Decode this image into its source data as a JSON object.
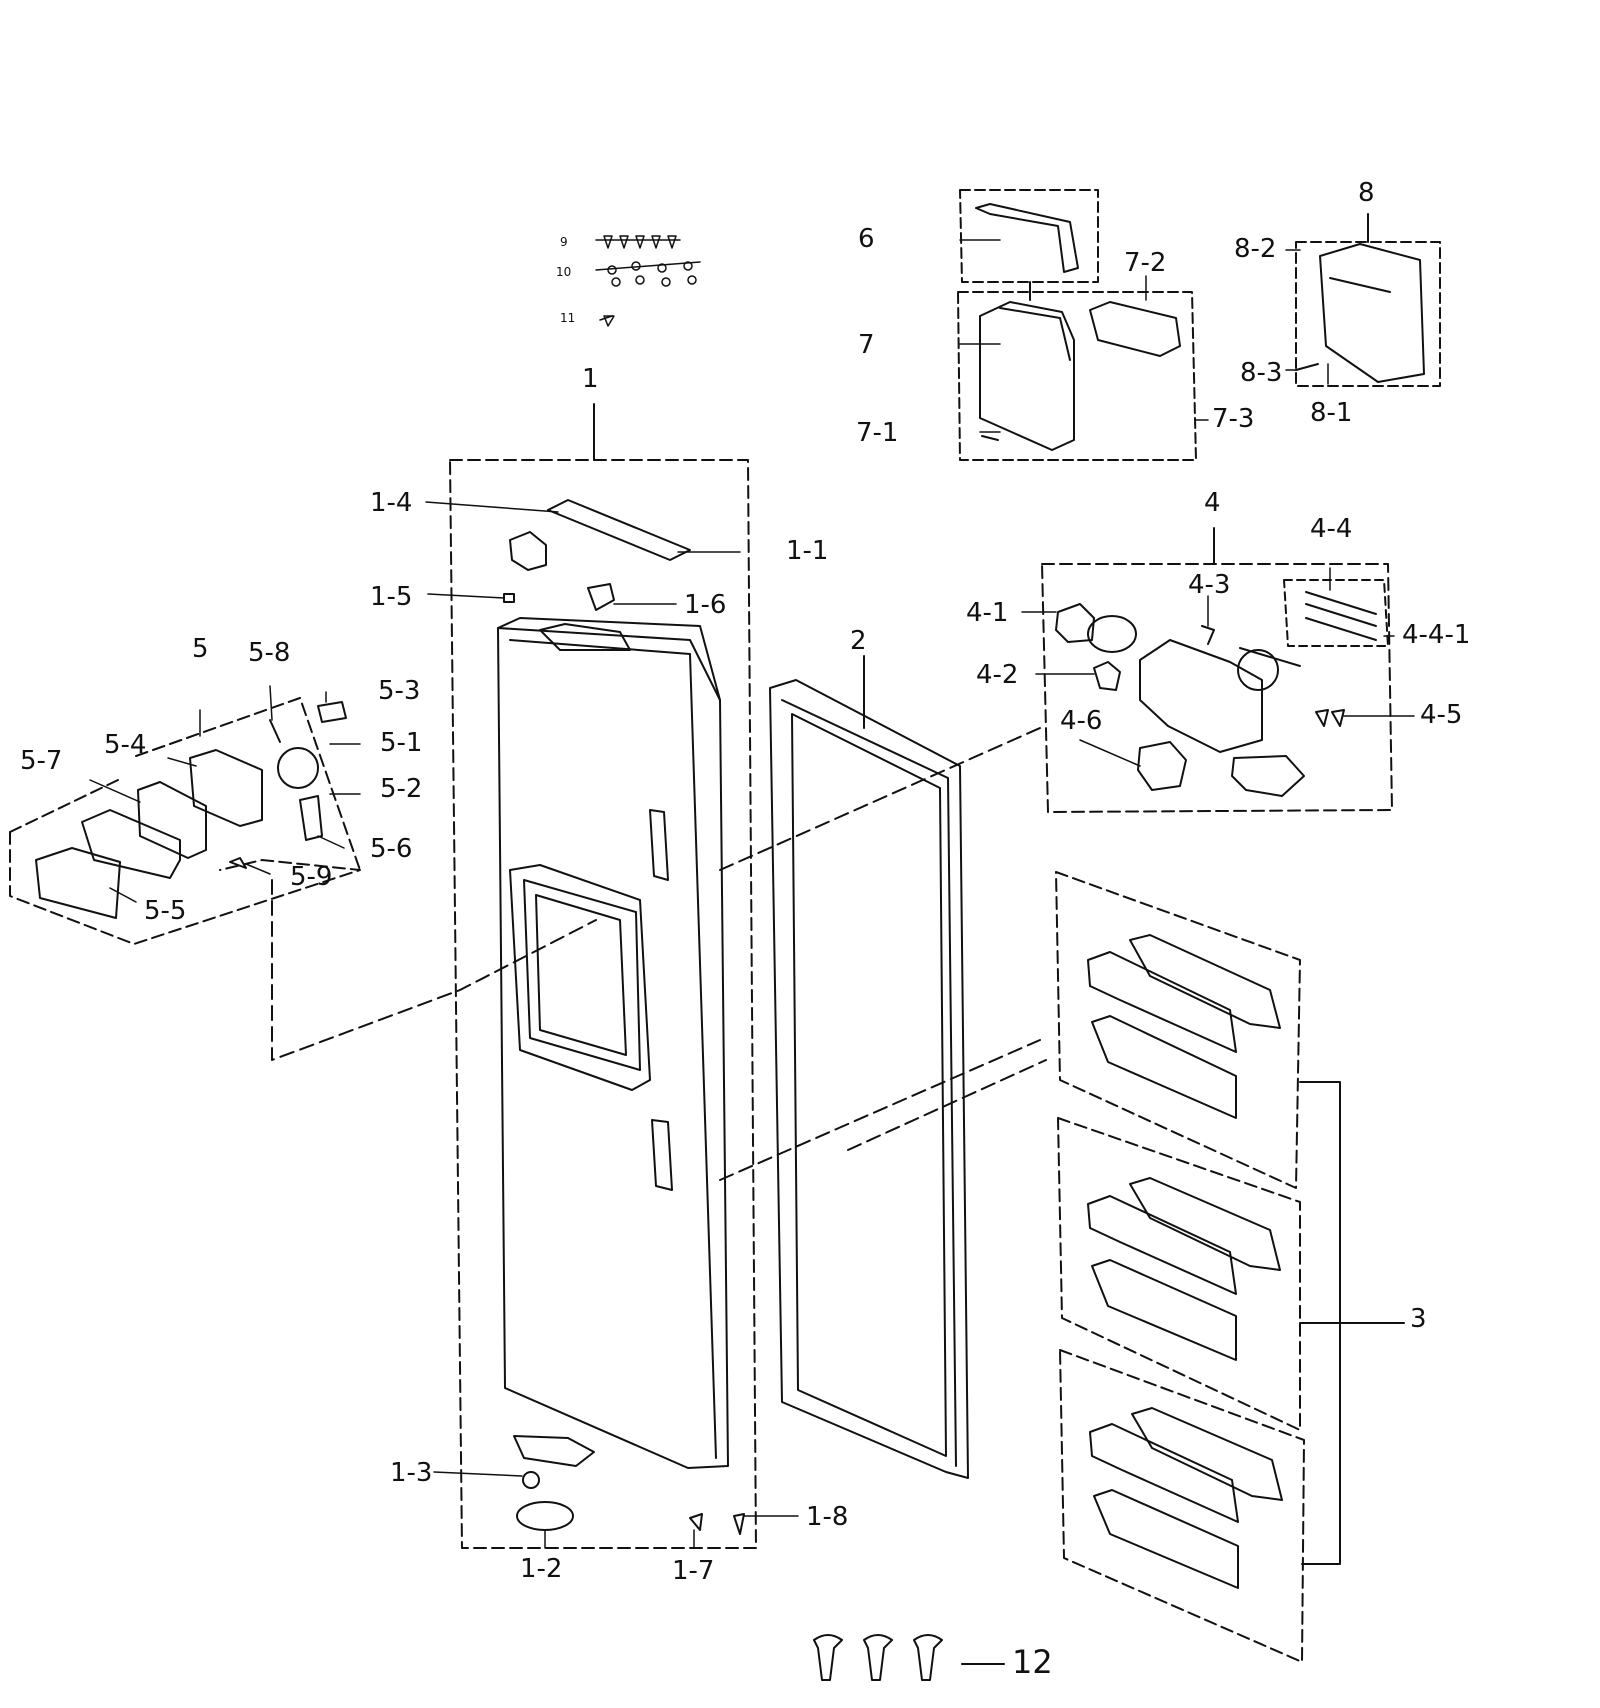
{
  "colors": {
    "ink": "#111111",
    "background": "#ffffff"
  },
  "parts": {
    "p1": "1",
    "p1_1": "1-1",
    "p1_2": "1-2",
    "p1_3": "1-3",
    "p1_4": "1-4",
    "p1_5": "1-5",
    "p1_6": "1-6",
    "p1_7": "1-7",
    "p1_8": "1-8",
    "p2": "2",
    "p3": "3",
    "p4": "4",
    "p4_1": "4-1",
    "p4_2": "4-2",
    "p4_3": "4-3",
    "p4_4": "4-4",
    "p4_4_1": "4-4-1",
    "p4_5": "4-5",
    "p4_6": "4-6",
    "p5": "5",
    "p5_1": "5-1",
    "p5_2": "5-2",
    "p5_3": "5-3",
    "p5_4": "5-4",
    "p5_5": "5-5",
    "p5_6": "5-6",
    "p5_7": "5-7",
    "p5_8": "5-8",
    "p5_9": "5-9",
    "p6": "6",
    "p7": "7",
    "p7_1": "7-1",
    "p7_2": "7-2",
    "p7_3": "7-3",
    "p8": "8",
    "p8_1": "8-1",
    "p8_2": "8-2",
    "p8_3": "8-3",
    "p9": "9",
    "p10": "10",
    "p11": "11",
    "p12": "12"
  }
}
